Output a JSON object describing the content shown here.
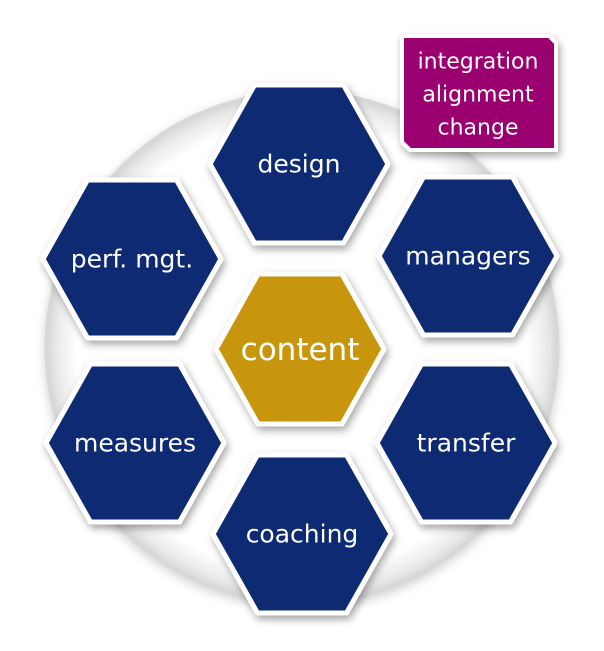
{
  "colors": {
    "hexagon_fill": "#0e2a73",
    "center_fill": "#c8960a",
    "tag_fill": "#9b0070",
    "outline": "#ffffff",
    "ring": "#e2e2e2"
  },
  "center": {
    "label": "content"
  },
  "hexagons": [
    {
      "id": "design",
      "label": "design"
    },
    {
      "id": "managers",
      "label": "managers"
    },
    {
      "id": "transfer",
      "label": "transfer"
    },
    {
      "id": "coaching",
      "label": "coaching"
    },
    {
      "id": "measures",
      "label": "measures"
    },
    {
      "id": "perf-mgt",
      "label": "perf. mgt."
    }
  ],
  "tag": {
    "lines": [
      "integration",
      "alignment",
      "change"
    ]
  }
}
